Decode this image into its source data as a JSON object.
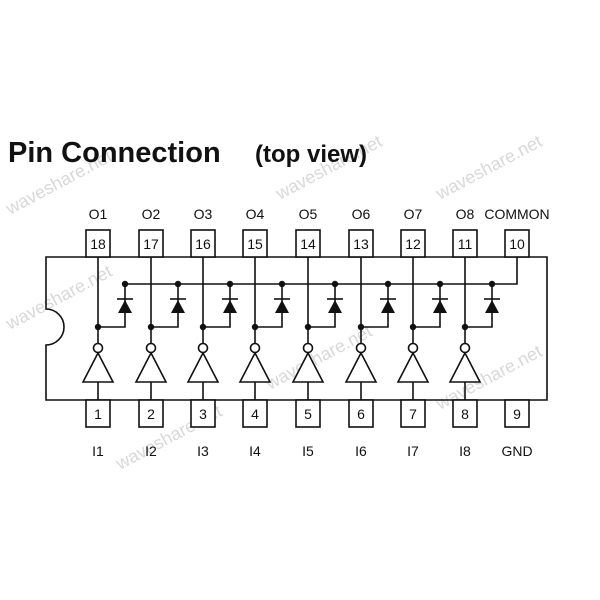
{
  "title": {
    "main": "Pin Connection",
    "sub": "(top view)"
  },
  "watermark": "waveshare.net",
  "top_pins": [
    {
      "num": "18",
      "label": "O1"
    },
    {
      "num": "17",
      "label": "O2"
    },
    {
      "num": "16",
      "label": "O3"
    },
    {
      "num": "15",
      "label": "O4"
    },
    {
      "num": "14",
      "label": "O5"
    },
    {
      "num": "13",
      "label": "O6"
    },
    {
      "num": "12",
      "label": "O7"
    },
    {
      "num": "11",
      "label": "O8"
    },
    {
      "num": "10",
      "label": "COMMON"
    }
  ],
  "bottom_pins": [
    {
      "num": "1",
      "label": "I1"
    },
    {
      "num": "2",
      "label": "I2"
    },
    {
      "num": "3",
      "label": "I3"
    },
    {
      "num": "4",
      "label": "I4"
    },
    {
      "num": "5",
      "label": "I5"
    },
    {
      "num": "6",
      "label": "I6"
    },
    {
      "num": "7",
      "label": "I7"
    },
    {
      "num": "8",
      "label": "I8"
    },
    {
      "num": "9",
      "label": "GND"
    }
  ],
  "colors": {
    "ink": "#111111",
    "watermark": "#d8d8d8",
    "background": "#ffffff"
  }
}
